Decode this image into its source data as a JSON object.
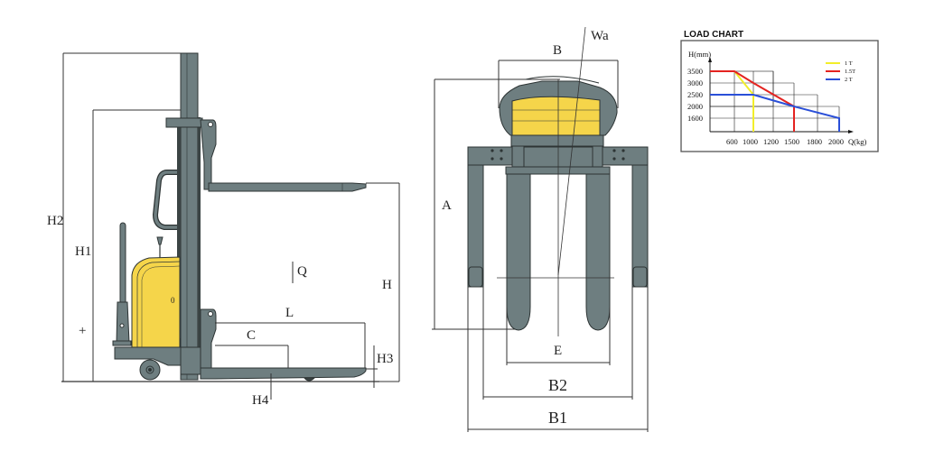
{
  "colors": {
    "body_gray": "#6e7e80",
    "outline": "#2d3434",
    "battery_yellow": "#f5d54a",
    "dim_line": "#333333",
    "series_1t": "#f2ee2a",
    "series_15t": "#e42320",
    "series_2t": "#2a4fd8"
  },
  "side_view": {
    "labels": {
      "h2": "H2",
      "h1": "H1",
      "h": "H",
      "q": "Q",
      "l": "L",
      "c": "C",
      "h3": "H3",
      "h4": "H4",
      "cg_mark": "+"
    }
  },
  "front_view": {
    "labels": {
      "b": "B",
      "wa": "Wa",
      "a": "A",
      "e": "E",
      "b2": "B2",
      "b1": "B1"
    }
  },
  "load_chart": {
    "title": "LOAD CHART",
    "y_axis_label": "H(mm)",
    "x_axis_label": "Q(kg)",
    "y_ticks": [
      "3500",
      "3000",
      "2500",
      "2000",
      "1600"
    ],
    "x_ticks": [
      "600",
      "1000",
      "1200",
      "1500",
      "1800",
      "2000"
    ],
    "legend": [
      {
        "label": "1 T",
        "color": "#f2ee2a"
      },
      {
        "label": "1.5T",
        "color": "#e42320"
      },
      {
        "label": "2 T",
        "color": "#2a4fd8"
      }
    ]
  },
  "chart_data": {
    "type": "line",
    "title": "LOAD CHART",
    "xlabel": "Q(kg)",
    "ylabel": "H(mm)",
    "x_ticks": [
      600,
      1000,
      1200,
      1500,
      1800,
      2000
    ],
    "y_ticks": [
      1600,
      2000,
      2500,
      3000,
      3500
    ],
    "grid": true,
    "legend_position": "upper-right",
    "series": [
      {
        "name": "1 T",
        "color": "#f2ee2a",
        "points": [
          [
            0,
            3500
          ],
          [
            600,
            3500
          ],
          [
            1000,
            2500
          ],
          [
            1000,
            0
          ]
        ]
      },
      {
        "name": "1.5T",
        "color": "#e42320",
        "points": [
          [
            0,
            3500
          ],
          [
            600,
            3500
          ],
          [
            1000,
            3000
          ],
          [
            1500,
            2000
          ],
          [
            1500,
            0
          ]
        ]
      },
      {
        "name": "2 T",
        "color": "#2a4fd8",
        "points": [
          [
            0,
            2500
          ],
          [
            1000,
            2500
          ],
          [
            1500,
            2000
          ],
          [
            2000,
            1600
          ],
          [
            2000,
            0
          ]
        ]
      }
    ]
  }
}
